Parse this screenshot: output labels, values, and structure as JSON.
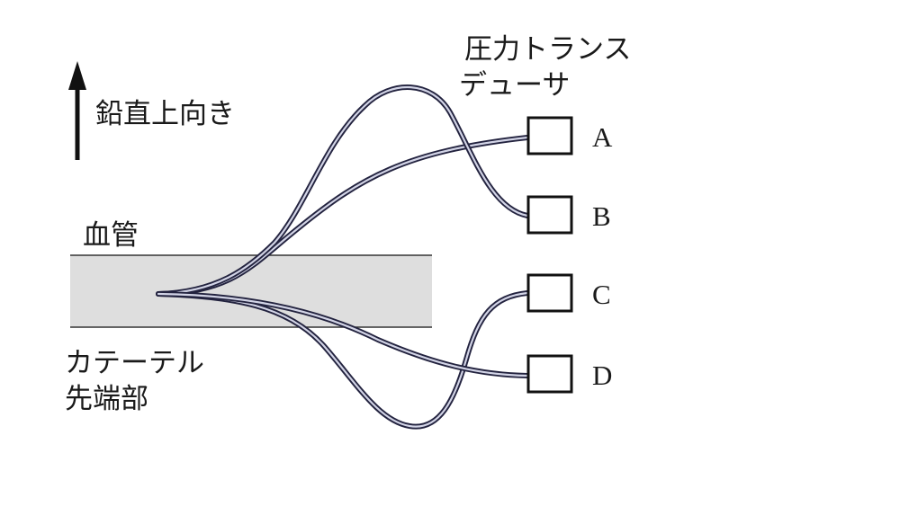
{
  "labels": {
    "vertical_up": "鉛直上向き",
    "vessel": "血管",
    "catheter_tip_line1": "カテーテル",
    "catheter_tip_line2": "先端部",
    "transducer_line1": "圧力トランス",
    "transducer_line2": "デューサ"
  },
  "transducers": [
    "A",
    "B",
    "C",
    "D"
  ],
  "colors": {
    "tube_outer": "#23233f",
    "tube_inner": "#d2d4e6",
    "vessel_fill": "#dedede"
  }
}
